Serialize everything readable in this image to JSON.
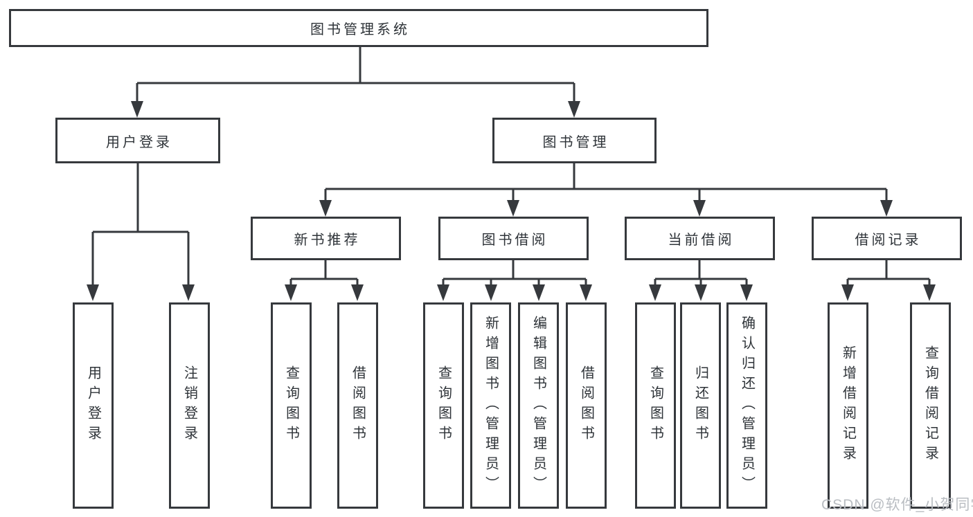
{
  "diagram": {
    "root": {
      "label": "图书管理系统"
    },
    "level2": [
      {
        "label": "用户登录"
      },
      {
        "label": "图书管理"
      }
    ],
    "level3": [
      {
        "label": "新书推荐"
      },
      {
        "label": "图书借阅"
      },
      {
        "label": "当前借阅"
      },
      {
        "label": "借阅记录"
      }
    ],
    "leaves": {
      "user_login": [
        "用户登录",
        "注销登录"
      ],
      "new_books": [
        "查询图书",
        "借阅图书"
      ],
      "book_borrow": [
        "查询图书",
        "新增图书（管理员）",
        "编辑图书（管理员）",
        "借阅图书"
      ],
      "current_borrow": [
        "查询图书",
        "归还图书",
        "确认归还（管理员）"
      ],
      "borrow_records": [
        "新增借阅记录",
        "查询借阅记录"
      ]
    }
  },
  "watermark": "CSDN @软件_小贺同学",
  "colors": {
    "line": "#36393d",
    "text": "#2e3338",
    "watermark": "#b9bdc2",
    "background": "#ffffff"
  }
}
